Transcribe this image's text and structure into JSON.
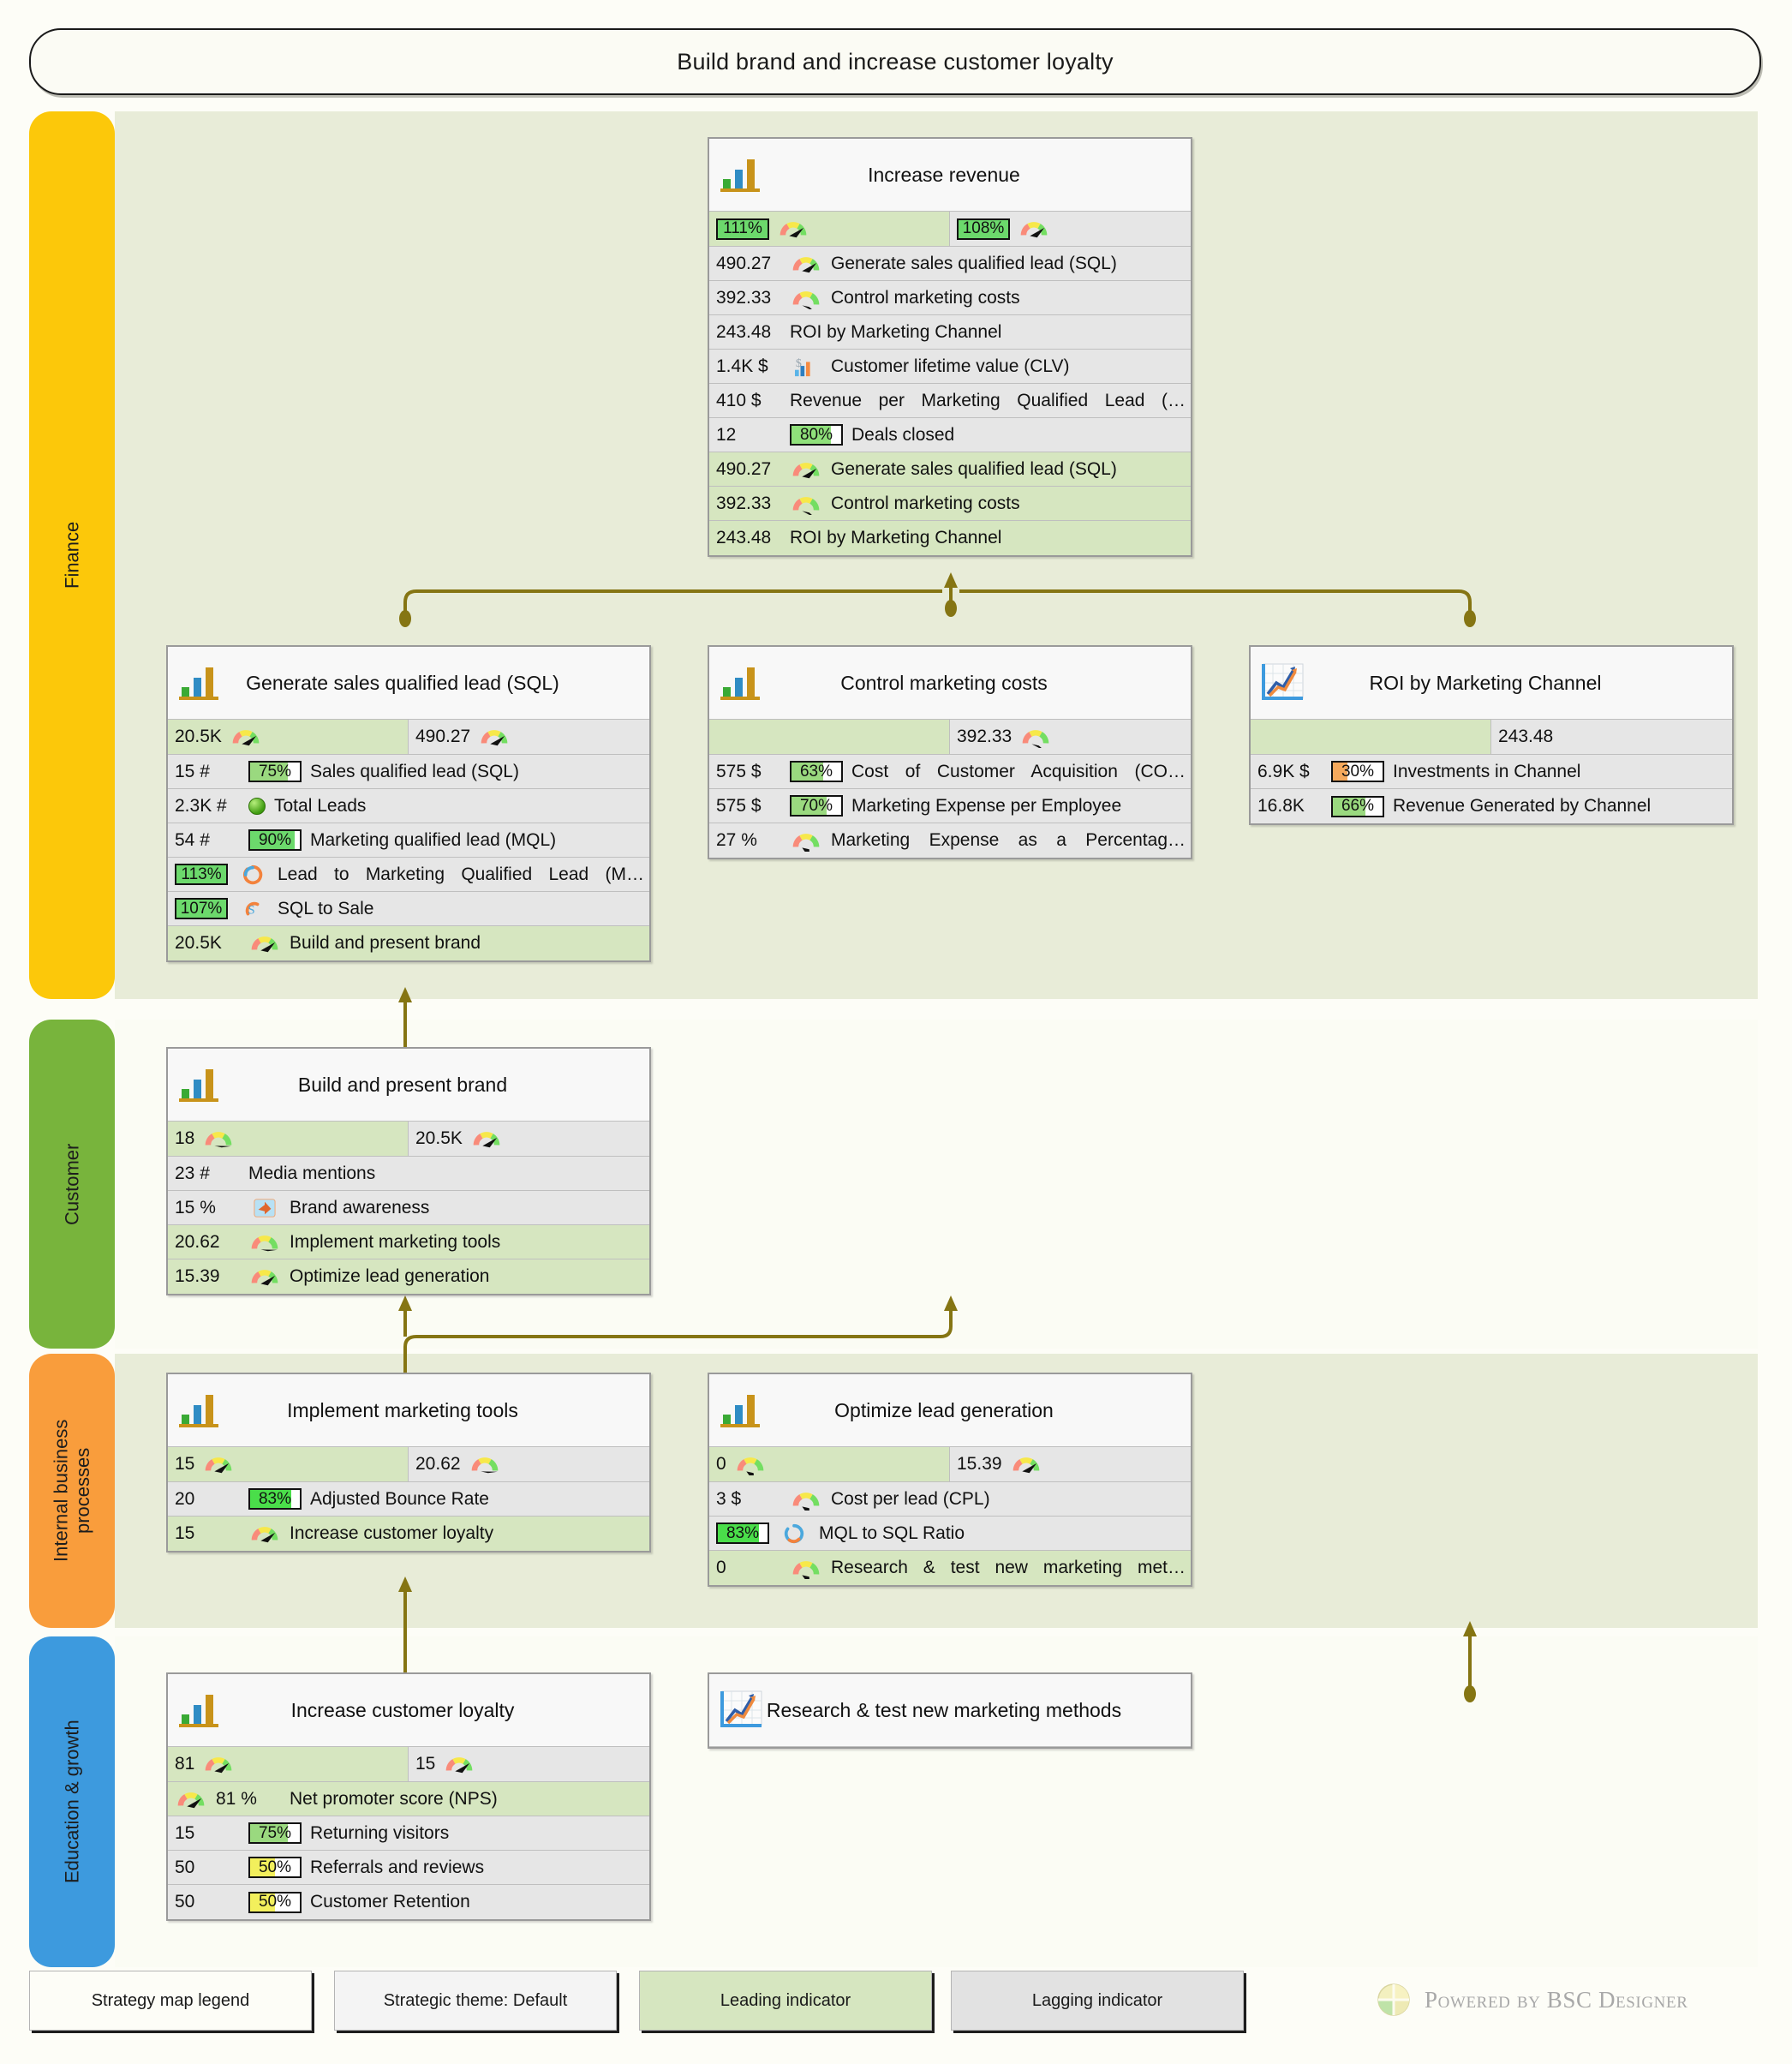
{
  "vision": {
    "text": "Build brand and increase customer loyalty"
  },
  "colors": {
    "finance": "#fcc80a",
    "customer": "#78b43c",
    "internal": "#f99d3c",
    "education": "#3d9ade",
    "band_bg": "#e8ecd8",
    "leading": "#d6e6c0",
    "lagging": "#e6e6e6",
    "connector": "#857513"
  },
  "perspectives": [
    {
      "name": "Finance",
      "label": "Finance"
    },
    {
      "name": "Customer",
      "label": "Customer"
    },
    {
      "name": "Internal business processes",
      "label": "Internal business\nprocesses"
    },
    {
      "name": "Education & growth",
      "label": "Education & growth"
    }
  ],
  "cards": {
    "increase_revenue": {
      "title": "Increase revenue",
      "icon": "bar-chart-icon",
      "top": [
        {
          "value": "111%",
          "kind": "percent",
          "fill": "#6cd96c",
          "type": "leading",
          "gauge": "gauge-high"
        },
        {
          "value": "108%",
          "kind": "percent",
          "fill": "#6cd96c",
          "type": "lagging",
          "gauge": "gauge-high"
        }
      ],
      "rows": [
        {
          "value": "490.27",
          "label": "Generate sales qualified lead (SQL)",
          "type": "lagging",
          "icon": "gauge-high"
        },
        {
          "value": "392.33",
          "label": "Control marketing costs",
          "type": "lagging",
          "icon": "gauge-low"
        },
        {
          "value": "243.48",
          "label": "ROI by Marketing Channel",
          "type": "lagging",
          "icon": "none"
        },
        {
          "value": "1.4K $",
          "label": "Customer lifetime value (CLV)",
          "type": "lagging",
          "icon": "money-chart-icon"
        },
        {
          "value": "410 $",
          "label": "Revenue per Marketing Qualified Lead (…",
          "type": "lagging",
          "icon": "none",
          "justify": true
        },
        {
          "value": "12",
          "label": "Deals closed",
          "type": "lagging",
          "percent": "80%",
          "fill": "#8fe07a"
        },
        {
          "value": "490.27",
          "label": "Generate sales qualified lead (SQL)",
          "type": "leading",
          "icon": "gauge-high"
        },
        {
          "value": "392.33",
          "label": "Control marketing costs",
          "type": "leading",
          "icon": "gauge-low"
        },
        {
          "value": "243.48",
          "label": "ROI by Marketing Channel",
          "type": "leading",
          "icon": "none"
        }
      ]
    },
    "generate_sql": {
      "title": "Generate sales qualified lead (SQL)",
      "icon": "bar-chart-icon",
      "top": [
        {
          "value": "20.5K",
          "type": "leading",
          "gauge": "gauge-high"
        },
        {
          "value": "490.27",
          "type": "lagging",
          "gauge": "gauge-high"
        }
      ],
      "rows": [
        {
          "value": "15 #",
          "label": "Sales qualified lead (SQL)",
          "type": "lagging",
          "percent": "75%",
          "fill": "#9ad97f"
        },
        {
          "value": "2.3K #",
          "label": "Total Leads",
          "type": "lagging",
          "icon": "green-dot-icon"
        },
        {
          "value": "54 #",
          "label": "Marketing qualified lead (MQL)",
          "type": "lagging",
          "percent": "90%",
          "fill": "#6cd96c"
        },
        {
          "value": "",
          "label": "Lead to Marketing Qualified Lead (M…",
          "type": "lagging",
          "percent": "113%",
          "fill": "#6cd96c",
          "icon": "cycle-icon",
          "justify": true
        },
        {
          "value": "",
          "label": "SQL to Sale",
          "type": "lagging",
          "percent": "107%",
          "fill": "#6cd96c",
          "icon": "recycle-icon"
        },
        {
          "value": "20.5K",
          "label": "Build and present brand",
          "type": "leading",
          "icon": "gauge-high"
        }
      ]
    },
    "control_costs": {
      "title": "Control marketing costs",
      "icon": "bar-chart-icon",
      "top": [
        {
          "value": "",
          "type": "leading",
          "gauge": "none"
        },
        {
          "value": "392.33",
          "type": "lagging",
          "gauge": "gauge-low"
        }
      ],
      "rows": [
        {
          "value": "575 $",
          "label": "Cost of Customer Acquisition (CO…",
          "type": "lagging",
          "percent": "63%",
          "fill": "#9ad97f",
          "justify": true
        },
        {
          "value": "575 $",
          "label": "Marketing Expense per Employee",
          "type": "lagging",
          "percent": "70%",
          "fill": "#9ad97f"
        },
        {
          "value": "27 %",
          "label": "Marketing Expense as a Percentag…",
          "type": "lagging",
          "icon": "gauge-left",
          "justify": true
        }
      ]
    },
    "roi_channel": {
      "title": "ROI by Marketing Channel",
      "icon": "line-chart-icon",
      "top": [
        {
          "value": "",
          "type": "leading",
          "gauge": "none"
        },
        {
          "value": "243.48",
          "type": "lagging",
          "gauge": "none"
        }
      ],
      "rows": [
        {
          "value": "6.9K $",
          "label": "Investments in Channel",
          "type": "lagging",
          "percent": "30%",
          "fill": "#f5a95c"
        },
        {
          "value": "16.8K",
          "label": "Revenue Generated by Channel",
          "type": "lagging",
          "percent": "66%",
          "fill": "#9ad97f"
        }
      ]
    },
    "build_brand": {
      "title": "Build and present brand",
      "icon": "bar-chart-icon",
      "top": [
        {
          "value": "18",
          "type": "leading",
          "gauge": "gauge-mid"
        },
        {
          "value": "20.5K",
          "type": "lagging",
          "gauge": "gauge-high"
        }
      ],
      "rows": [
        {
          "value": "23 #",
          "label": "Media mentions",
          "type": "lagging",
          "icon": "none"
        },
        {
          "value": "15 %",
          "label": "Brand awareness",
          "type": "lagging",
          "icon": "megaphone-icon"
        },
        {
          "value": "20.62",
          "label": "Implement marketing tools",
          "type": "leading",
          "icon": "gauge-mid"
        },
        {
          "value": "15.39",
          "label": "Optimize lead generation",
          "type": "leading",
          "icon": "gauge-high"
        }
      ]
    },
    "implement_tools": {
      "title": "Implement marketing tools",
      "icon": "bar-chart-icon",
      "top": [
        {
          "value": "15",
          "type": "leading",
          "gauge": "gauge-high"
        },
        {
          "value": "20.62",
          "type": "lagging",
          "gauge": "gauge-mid"
        }
      ],
      "rows": [
        {
          "value": "20",
          "label": "Adjusted Bounce Rate",
          "type": "lagging",
          "percent": "83%",
          "fill": "#4ade4a"
        },
        {
          "value": "15",
          "label": "Increase customer loyalty",
          "type": "leading",
          "icon": "gauge-high"
        }
      ]
    },
    "optimize_leadgen": {
      "title": "Optimize lead generation",
      "icon": "bar-chart-icon",
      "top": [
        {
          "value": "0",
          "type": "leading",
          "gauge": "gauge-left"
        },
        {
          "value": "15.39",
          "type": "lagging",
          "gauge": "gauge-high"
        }
      ],
      "rows": [
        {
          "value": "3 $",
          "label": "Cost per lead (CPL)",
          "type": "lagging",
          "icon": "gauge-left"
        },
        {
          "value": "",
          "label": "MQL to SQL Ratio",
          "type": "lagging",
          "percent": "83%",
          "fill": "#4ade4a",
          "icon": "cycle-blue-icon"
        },
        {
          "value": "0",
          "label": "Research & test new marketing met…",
          "type": "leading",
          "icon": "gauge-left",
          "justify": true
        }
      ]
    },
    "increase_loyalty": {
      "title": "Increase customer loyalty",
      "icon": "bar-chart-icon",
      "top": [
        {
          "value": "81",
          "type": "leading",
          "gauge": "gauge-high"
        },
        {
          "value": "15",
          "type": "lagging",
          "gauge": "gauge-high"
        }
      ],
      "rows": [
        {
          "value": "81 %",
          "label": "Net promoter score (NPS)",
          "type": "leading",
          "icon": "gauge-high",
          "iconFirst": true
        },
        {
          "value": "15",
          "label": "Returning visitors",
          "type": "lagging",
          "percent": "75%",
          "fill": "#9ad97f"
        },
        {
          "value": "50",
          "label": "Referrals and reviews",
          "type": "lagging",
          "percent": "50%",
          "fill": "#f2ef5c"
        },
        {
          "value": "50",
          "label": "Customer Retention",
          "type": "lagging",
          "percent": "50%",
          "fill": "#f2ef5c"
        }
      ]
    },
    "research_methods": {
      "title": "Research & test new marketing methods",
      "icon": "line-chart-icon",
      "top": [],
      "rows": []
    }
  },
  "legend": {
    "items": [
      {
        "label": "Strategy map legend",
        "bg": "#ffffff"
      },
      {
        "label": "Strategic theme: Default",
        "bg": "#f4f4f4"
      },
      {
        "label": "Leading indicator",
        "bg": "#d6e6c0"
      },
      {
        "label": "Lagging indicator",
        "bg": "#e2e2e2"
      }
    ],
    "brand": "Powered by BSC Designer"
  }
}
